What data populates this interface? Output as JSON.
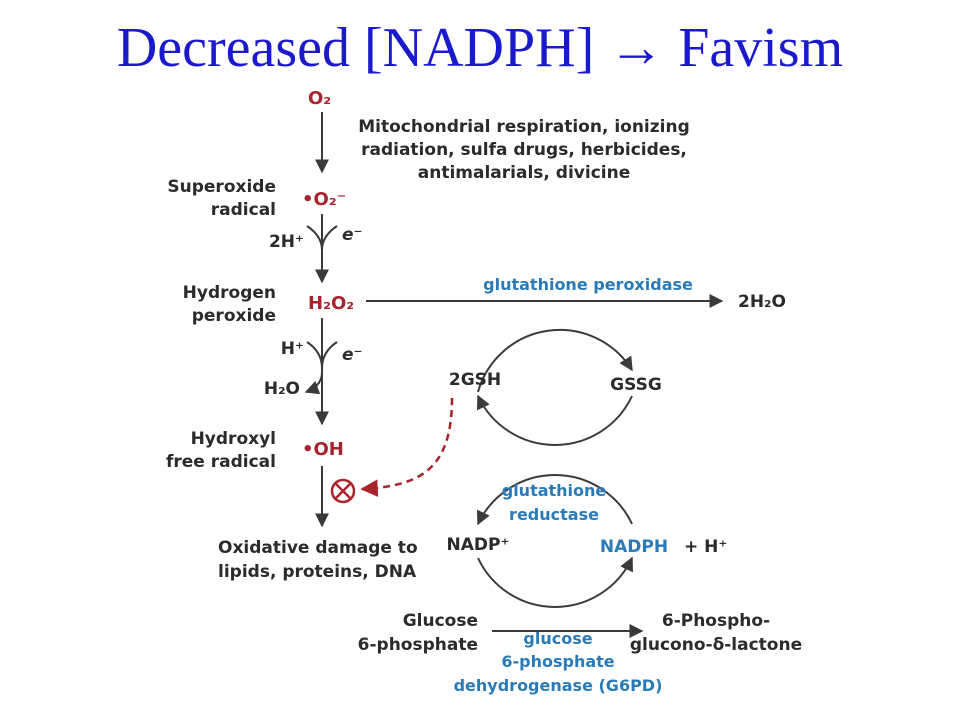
{
  "title": "Decreased [NADPH] → Favism",
  "species": {
    "o2": "O₂",
    "superoxide": "•O₂⁻",
    "h2o2": "H₂O₂",
    "oh": "•OH",
    "h2o_out": "2H₂O",
    "h2o_side": "H₂O",
    "gsh": "2GSH",
    "gssg": "GSSG",
    "nadp_plus": "NADP⁺",
    "nadph": "NADPH",
    "h_plus_nadph": "+ H⁺",
    "two_h_plus": "2H⁺",
    "h_plus": "H⁺",
    "electron_1": "e⁻",
    "electron_2": "e⁻"
  },
  "labels": {
    "superoxide": [
      "Superoxide",
      "radical"
    ],
    "hydrogen_peroxide": [
      "Hydrogen",
      "peroxide"
    ],
    "hydroxyl": [
      "Hydroxyl",
      "free radical"
    ],
    "sources": [
      "Mitochondrial respiration, ionizing",
      "radiation, sulfa drugs, herbicides,",
      "antimalarials, divicine"
    ],
    "damage": [
      "Oxidative damage to",
      "lipids, proteins, DNA"
    ],
    "glucose6p": [
      "Glucose",
      "6-phosphate"
    ],
    "phosphoglucono": [
      "6-Phospho-",
      "glucono-δ-lactone"
    ]
  },
  "enzymes": {
    "peroxidase": "glutathione peroxidase",
    "reductase": [
      "glutathione",
      "reductase"
    ],
    "g6pd": [
      "glucose",
      "6-phosphate",
      "dehydrogenase (G6PD)"
    ]
  },
  "colors": {
    "title": "#1a1acc",
    "species_red": "#a8232b",
    "enzyme_blue": "#2a7ab8",
    "text_dark": "#2b2b2b"
  },
  "icons": {
    "inhibition": "circle-x-icon"
  }
}
